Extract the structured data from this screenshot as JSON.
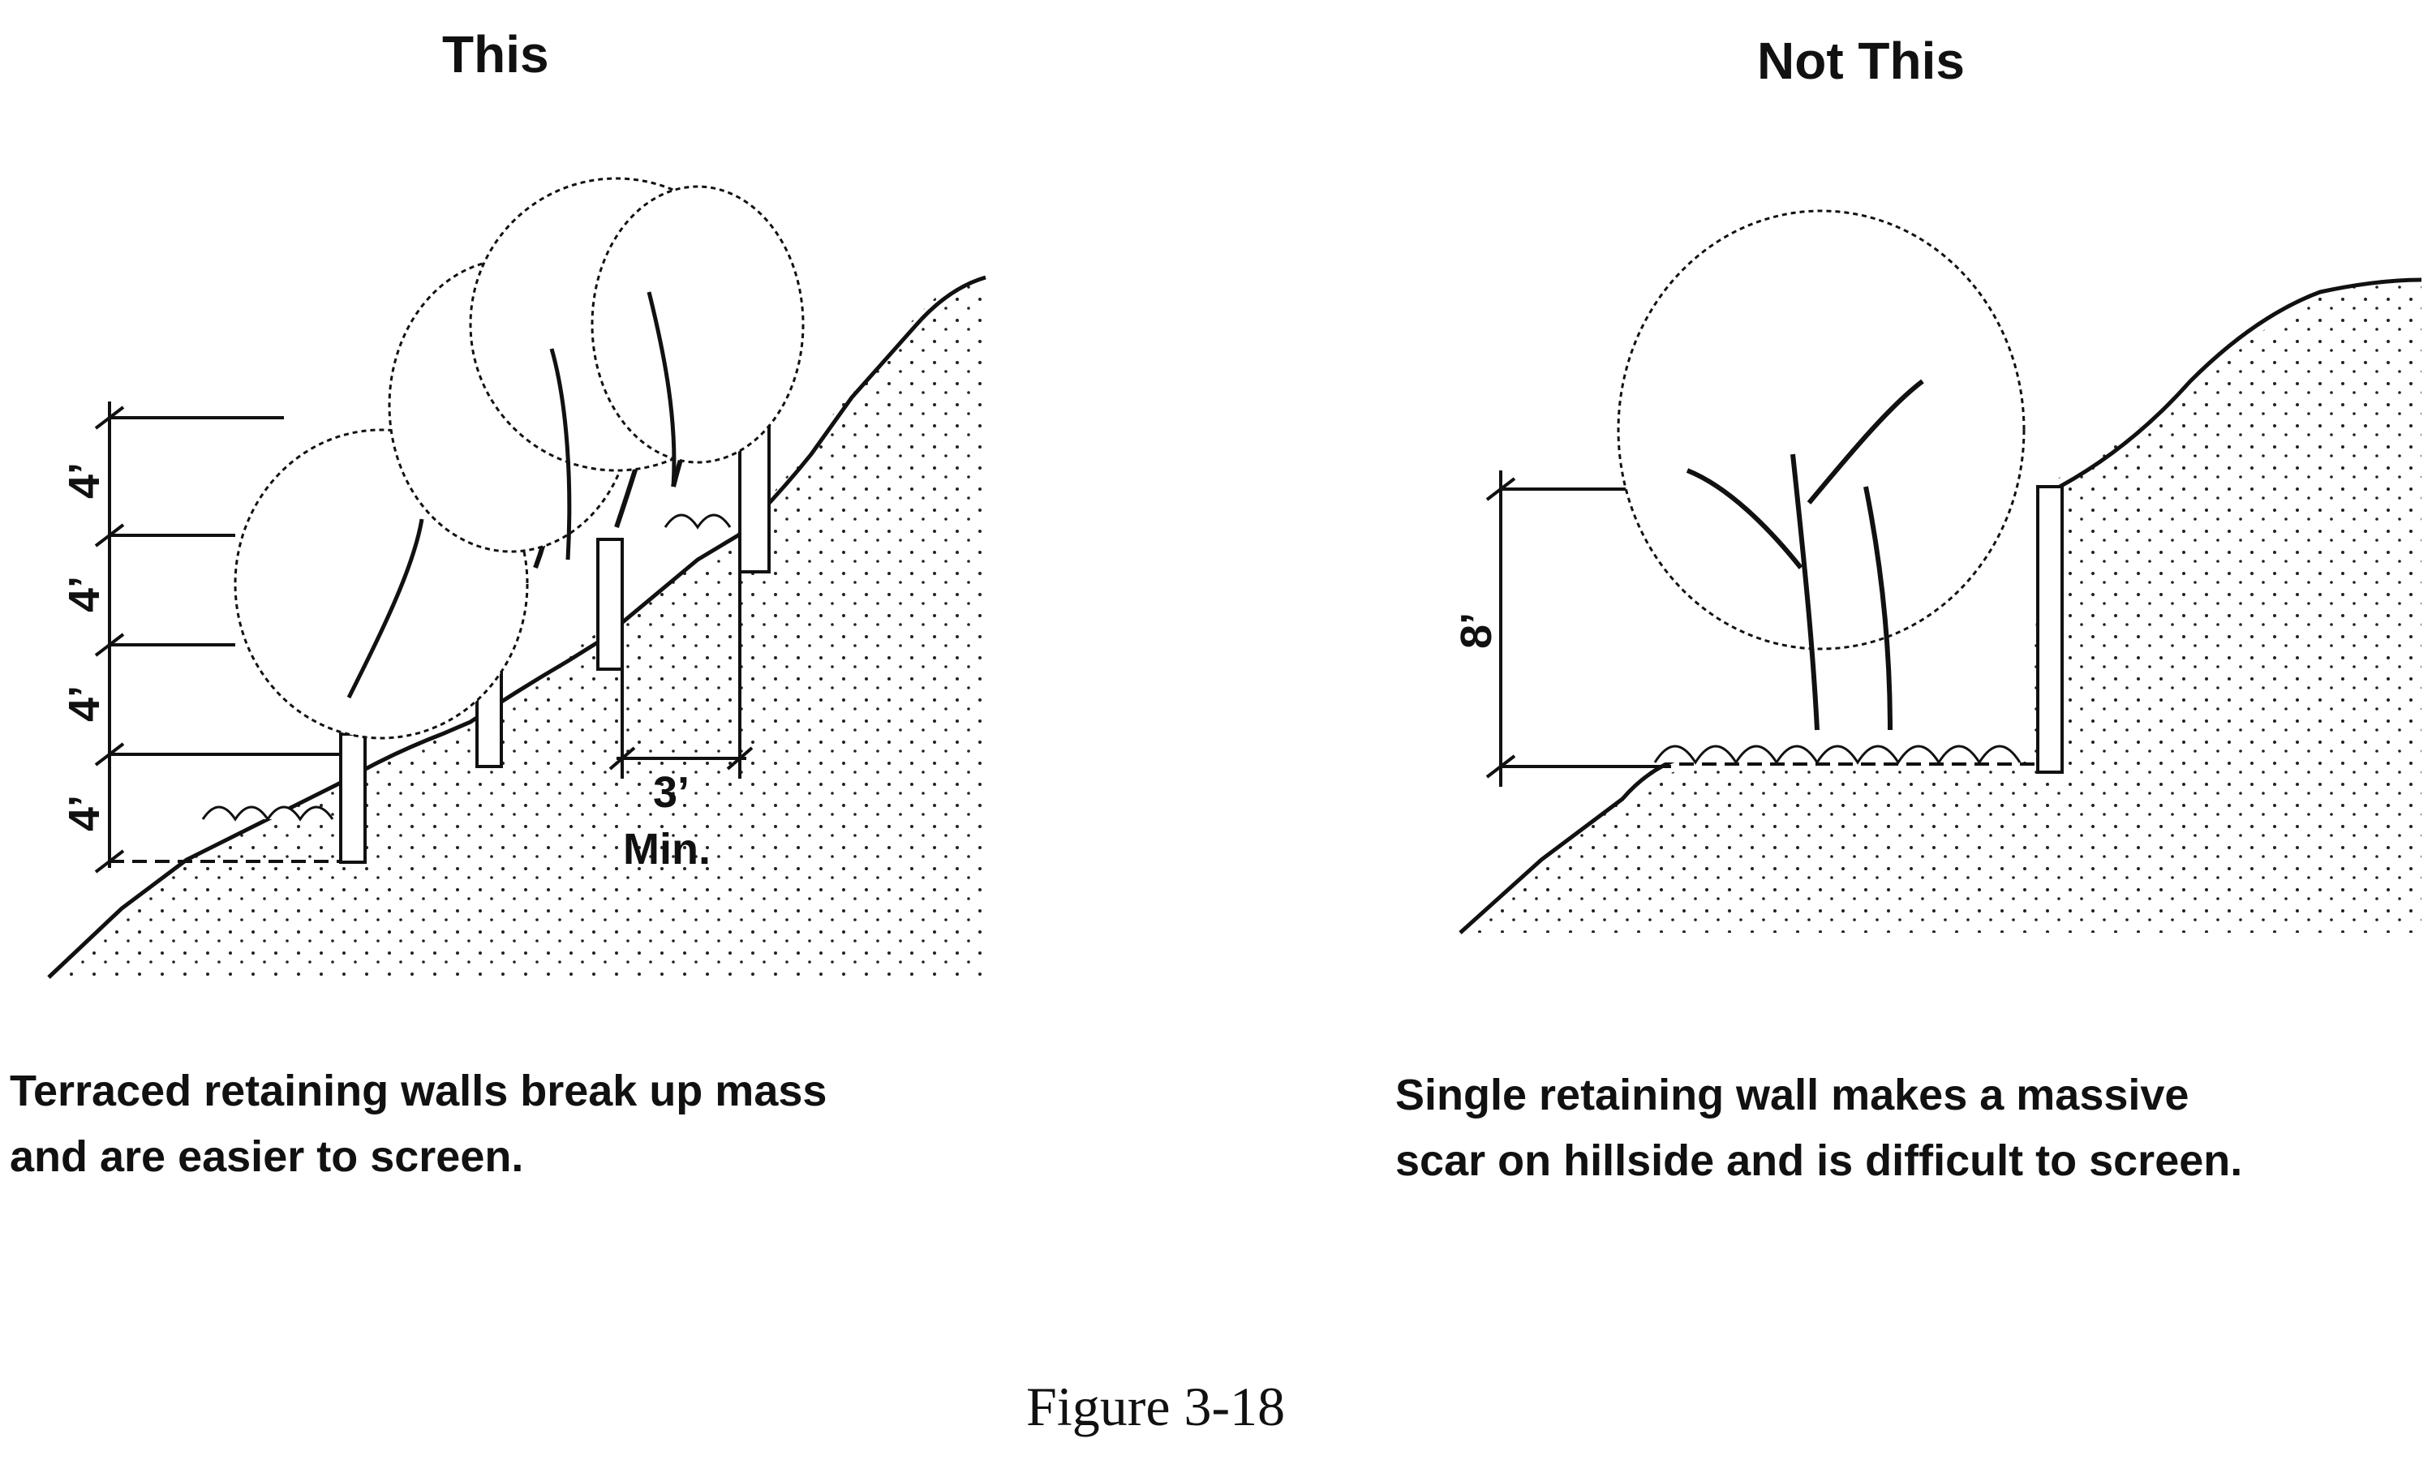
{
  "left_panel": {
    "title": "This",
    "dim_labels": [
      "4’",
      "4’",
      "4’",
      "4’"
    ],
    "spacing_label": "3’",
    "spacing_sub": "Min.",
    "caption_lines": [
      "Terraced retaining walls break up mass",
      "and are easier to screen."
    ]
  },
  "right_panel": {
    "title": "Not This",
    "dim_label": "8’",
    "caption_lines": [
      "Single retaining wall makes a massive",
      "scar on hillside and is difficult to screen."
    ]
  },
  "figure_label": "Figure 3-18"
}
